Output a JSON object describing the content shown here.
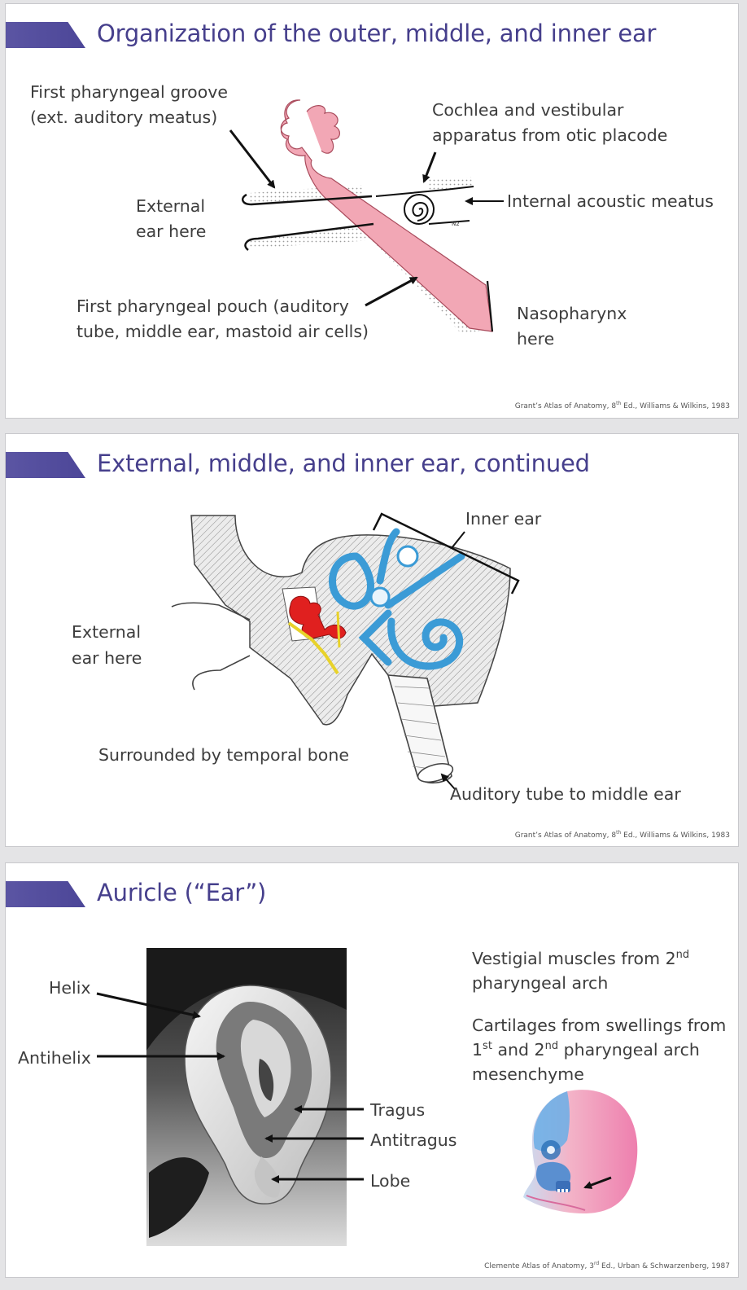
{
  "slides": [
    {
      "title": "Organization of the outer, middle, and inner ear",
      "labels": {
        "groove_1": "First pharyngeal groove",
        "groove_2": "(ext. auditory meatus)",
        "cochlea_1": "Cochlea and vestibular",
        "cochlea_2": "apparatus from otic placode",
        "external_1": "External",
        "external_2": "ear here",
        "meatus": "Internal acoustic meatus",
        "pouch_1": "First pharyngeal pouch (auditory",
        "pouch_2": "tube, middle ear, mastoid air cells)",
        "naso_1": "Nasopharynx",
        "naso_2": "here"
      },
      "figure_mark": "N2",
      "citation": {
        "pre": "Grant’s Atlas of Anatomy, 8",
        "sup": "th",
        "post": " Ed., Williams & Wilkins, 1983"
      }
    },
    {
      "title": "External, middle, and inner ear, continued",
      "labels": {
        "inner_ear": "Inner ear",
        "external_1": "External",
        "external_2": "ear here",
        "temporal": "Surrounded by temporal bone",
        "tube": "Auditory tube to middle ear"
      },
      "citation": {
        "pre": "Grant’s Atlas of Anatomy, 8",
        "sup": "th",
        "post": " Ed., Williams & Wilkins, 1983"
      }
    },
    {
      "title": "Auricle (“Ear”)",
      "labels": {
        "helix": "Helix",
        "antihelix": "Antihelix",
        "tragus": "Tragus",
        "antitragus": "Antitragus",
        "lobe": "Lobe"
      },
      "notes": {
        "muscles_pre": "Vestigial muscles from 2",
        "muscles_sup": "nd",
        "muscles_line2": "pharyngeal arch",
        "cart_line1": "Cartilages from swellings from",
        "cart_a": "1",
        "cart_a_sup": "st",
        "cart_b": " and 2",
        "cart_b_sup": "nd",
        "cart_c": " pharyngeal arch",
        "cart_line3": "mesenchyme"
      },
      "citation": {
        "pre": "Clemente Atlas of Anatomy, 3",
        "sup": "rd",
        "post": " Ed., Urban & Schwarzenberg, 1987"
      }
    }
  ],
  "colors": {
    "accent": "#463f8c",
    "pink": "#f2a7b5",
    "blue": "#3b9bd6",
    "red": "#e0201f",
    "yellow": "#e8d22a"
  }
}
